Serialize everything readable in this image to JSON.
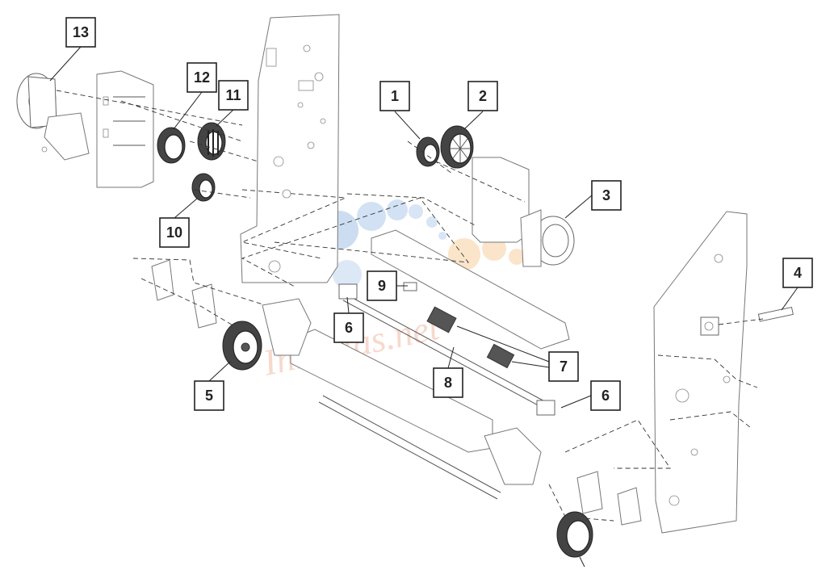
{
  "diagram": {
    "callouts": [
      "1",
      "2",
      "3",
      "4",
      "5",
      "6",
      "6",
      "7",
      "8",
      "9",
      "10",
      "11",
      "12",
      "13"
    ]
  },
  "watermark": {
    "text": "Ink-Mas.net",
    "colors": [
      "#8fb4e3",
      "#f7c58a",
      "#f3b9a6"
    ]
  }
}
